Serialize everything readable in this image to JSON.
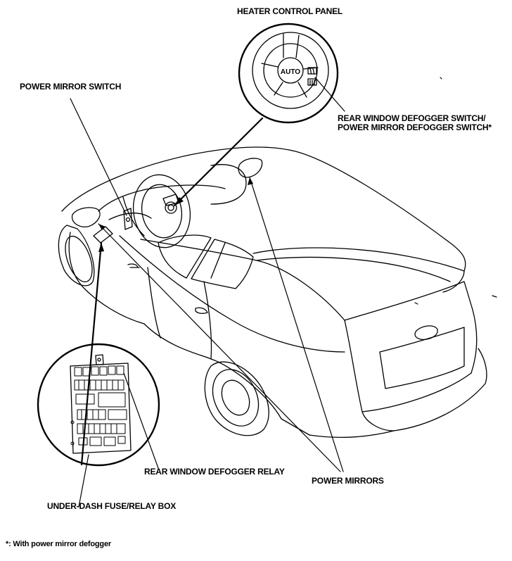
{
  "labels": {
    "heater_control_panel": "HEATER CONTROL PANEL",
    "power_mirror_switch": "POWER MIRROR SWITCH",
    "rear_defogger_switch_line1": "REAR WINDOW DEFOGGER SWITCH/",
    "rear_defogger_switch_line2": "POWER MIRROR DEFOGGER SWITCH*",
    "rear_window_defogger_relay": "REAR WINDOW DEFOGGER RELAY",
    "power_mirrors": "POWER MIRRORS",
    "under_dash_fuse_relay_box": "UNDER-DASH FUSE/RELAY BOX",
    "auto_button": "AUTO"
  },
  "footnote": "*: With power mirror defogger"
}
